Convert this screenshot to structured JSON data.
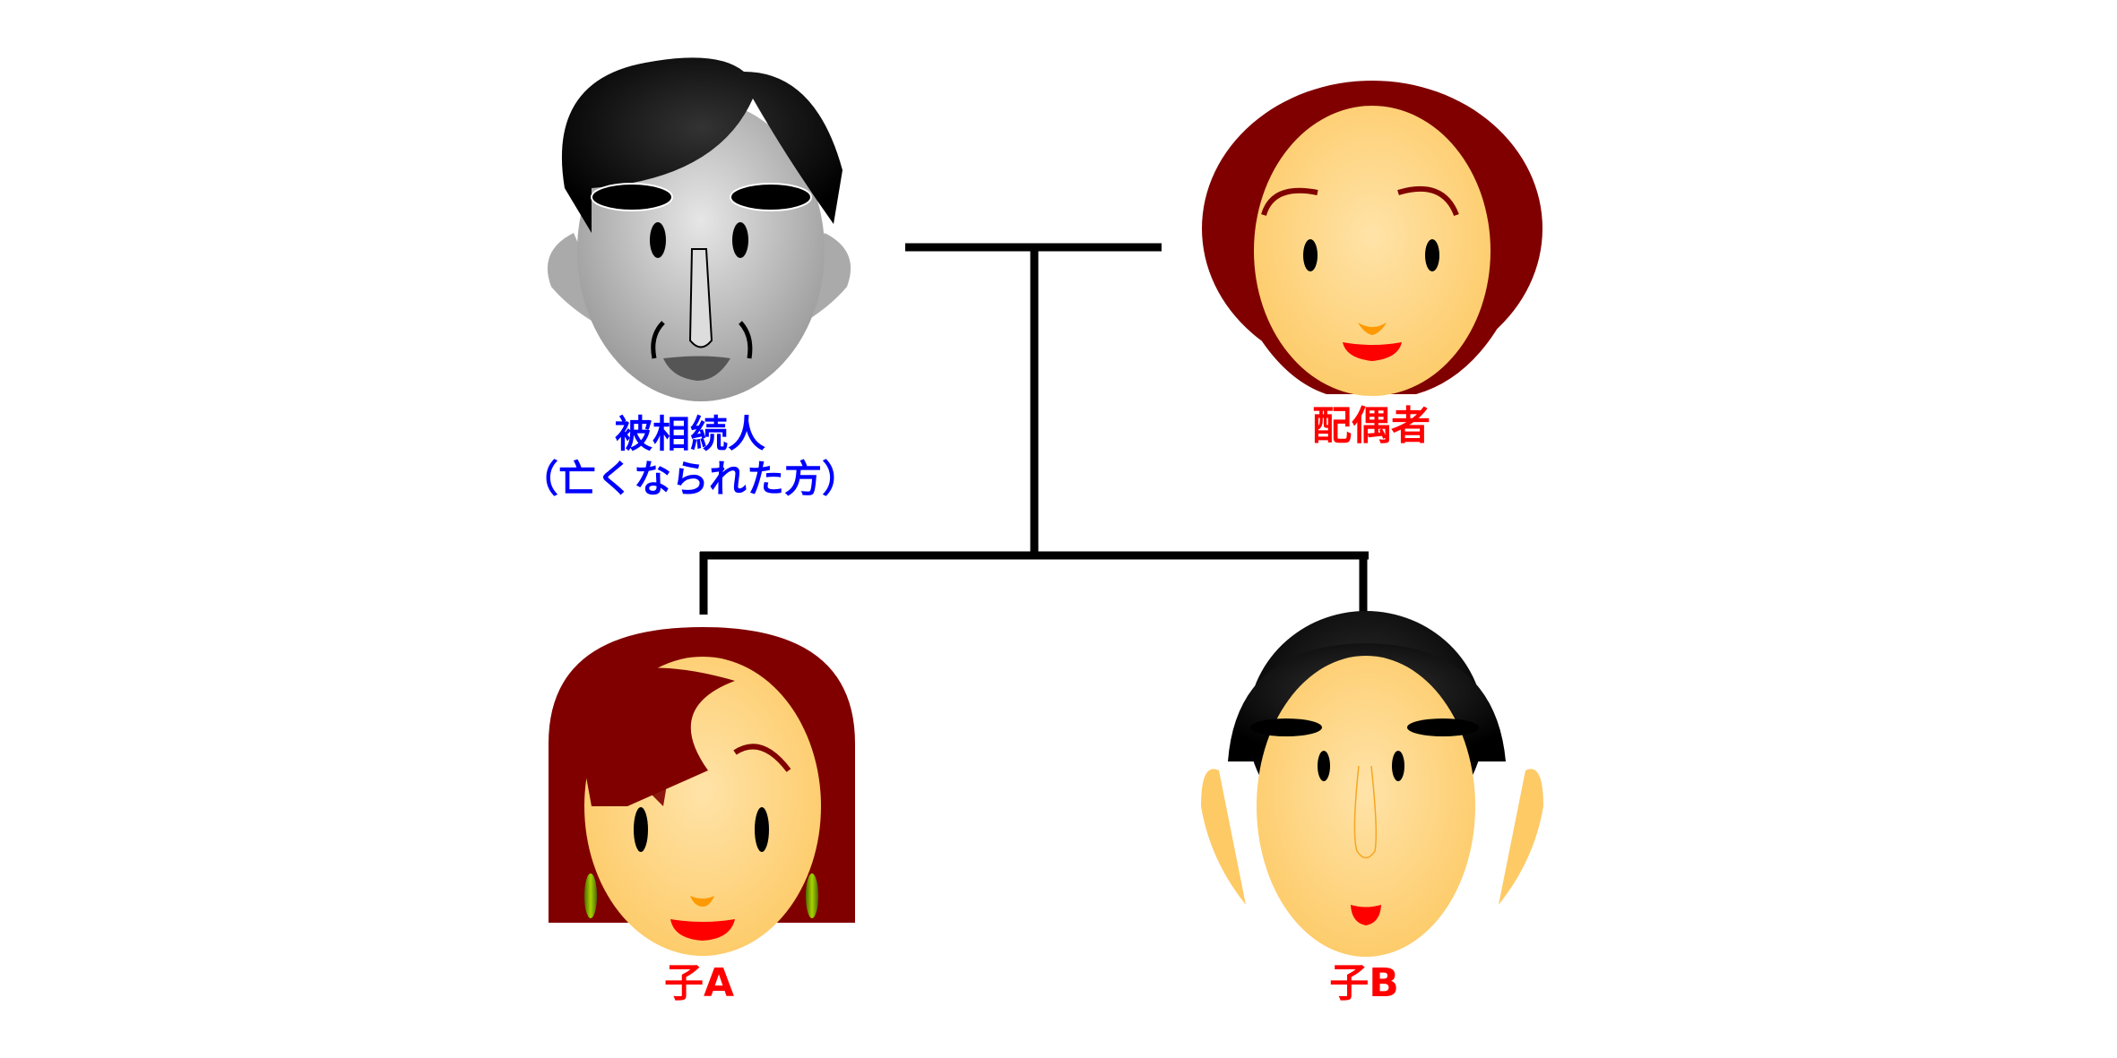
{
  "diagram": {
    "type": "inheritance-family-tree",
    "colors": {
      "deceased_label": "#0000ff",
      "heir_label": "#ff0000",
      "line": "#000000"
    },
    "nodes": [
      {
        "id": "deceased",
        "label": "被相続人",
        "sublabel": "（亡くなられた方）"
      },
      {
        "id": "spouse",
        "label": "配偶者"
      },
      {
        "id": "child_a",
        "label": "子A"
      },
      {
        "id": "child_b",
        "label": "子B"
      }
    ]
  }
}
